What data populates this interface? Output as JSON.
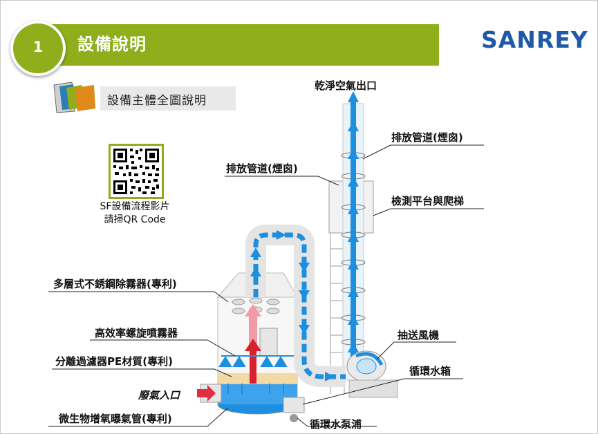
{
  "header": {
    "number": "1",
    "title": "設備說明"
  },
  "logo": {
    "text": "SANREY"
  },
  "subtitle": "設備主體全圖說明",
  "qr": {
    "caption_line1": "SF設備流程影片",
    "caption_line2": "請掃QR Code"
  },
  "exit_label": "乾淨空氣出口",
  "labels": {
    "stack_right": "排放管道(煙囪)",
    "stack_left": "排放管道(煙囪)",
    "platform": "檢測平台與爬梯",
    "demister": "多層式不銹鋼除霧器(專利)",
    "nozzle": "高效率螺旋噴霧器",
    "pe": "分離過濾器PE材質(專利)",
    "inlet": "廢氣入口",
    "aeration": "微生物增氧曝氣管(專利)",
    "fan": "抽送風機",
    "tank": "循環水箱",
    "pump": "循環水泵浦"
  },
  "colors": {
    "accent": "#8fae1b",
    "brand": "#1f5aa8",
    "flow": "#1e8fe0"
  }
}
